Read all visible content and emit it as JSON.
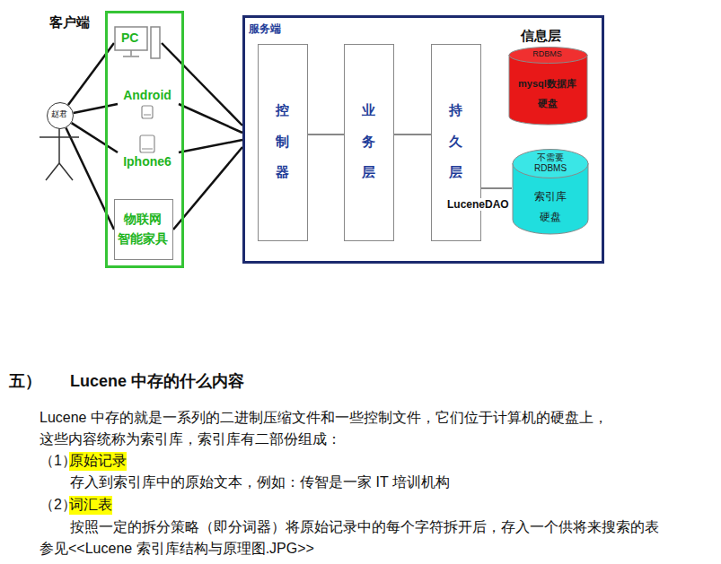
{
  "diagram": {
    "nodes": [
      {
        "text": [
          "客户端"
        ]
      },
      {
        "text": [
          "PC"
        ],
        "in": 0
      },
      {
        "text": [
          "Android"
        ],
        "in": 0
      },
      {
        "text": [
          "Iphone6"
        ],
        "in": 0
      },
      {
        "text": [
          "物联网 智能家具"
        ],
        "in": 0
      },
      {
        "text": [
          "赵君"
        ]
      },
      {
        "text": [
          "服务端"
        ]
      },
      {
        "text": [
          "控制器"
        ],
        "in": 6
      },
      {
        "text": [
          "业务层"
        ],
        "in": 6
      },
      {
        "text": [
          "持久层"
        ],
        "in": 6
      },
      {
        "text": [
          "RDBMS",
          "mysql数据库 硬盘"
        ],
        "in": 6
      },
      {
        "text": [
          "不需要 RDBMS",
          "索引库 硬盘"
        ],
        "in": 6
      }
    ],
    "edges": [
      {
        "from": 5,
        "to": 1,
        "arrow": "none"
      },
      {
        "from": 5,
        "to": 2,
        "arrow": "none"
      },
      {
        "from": 5,
        "to": 3,
        "arrow": "none"
      },
      {
        "from": 5,
        "to": 4,
        "arrow": "none"
      },
      {
        "from": 1,
        "to": 6,
        "arrow": "none"
      },
      {
        "from": 2,
        "to": 6,
        "arrow": "none"
      },
      {
        "from": 3,
        "to": 6,
        "arrow": "none"
      },
      {
        "from": 4,
        "to": 6,
        "arrow": "none"
      },
      {
        "from": 7,
        "to": 8,
        "arrow": "none"
      },
      {
        "from": 8,
        "to": 9,
        "arrow": "none"
      },
      {
        "from": 9,
        "to": 11,
        "arrow": "none",
        "label": "LuceneDAO"
      }
    ],
    "labels": [
      "信息层",
      "五）",
      "Lucene 中存的什么内容",
      "Lucene 中存的就是一系列的二进制压缩文件和一些控制文件，它们位于计算机的硬盘上，",
      "这些内容统称为索引库，索引库有二部份组成：",
      "（1）",
      "原始记录",
      "存入到索引库中的原始文本，例如：传智是一家 IT 培训机构",
      "（2）",
      "词汇表",
      "按照一定的拆分策略（即分词器）将原始记录中的每个字符拆开后，存入一个供将来搜索的表",
      "参见<<Lucene 索引库结构与原理图.JPG>>"
    ]
  }
}
